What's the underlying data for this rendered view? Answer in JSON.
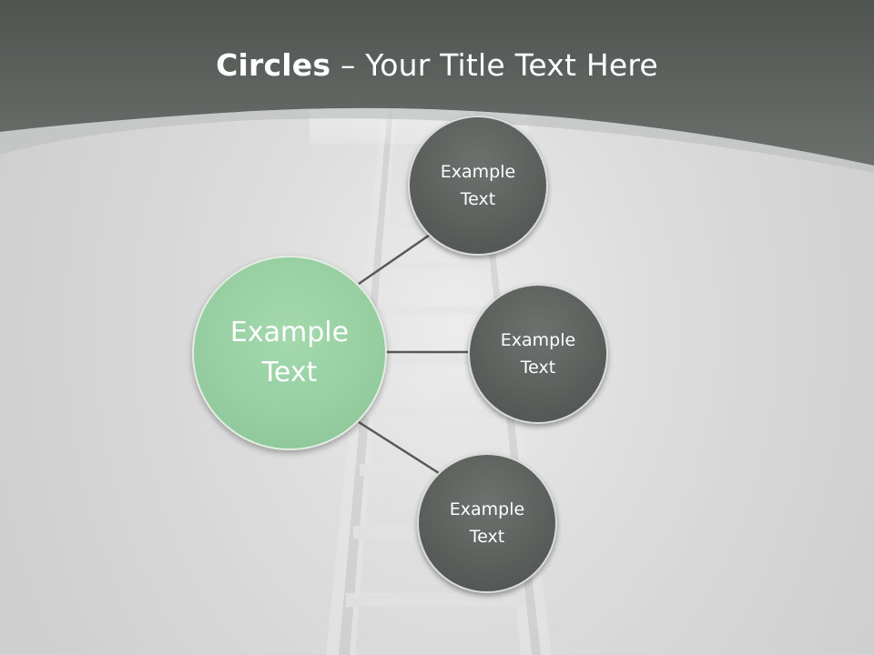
{
  "title": {
    "bold": "Circles",
    "rest": " – Your Title Text Here"
  },
  "diagram": {
    "center": {
      "line1": "Example",
      "line2": "Text"
    },
    "nodes": [
      {
        "line1": "Example",
        "line2": "Text"
      },
      {
        "line1": "Example",
        "line2": "Text"
      },
      {
        "line1": "Example",
        "line2": "Text"
      }
    ]
  },
  "colors": {
    "header": "#5a5f5c",
    "center_circle": "#97cfa2",
    "node_circle": "#5b605d",
    "connector": "#555a57"
  }
}
